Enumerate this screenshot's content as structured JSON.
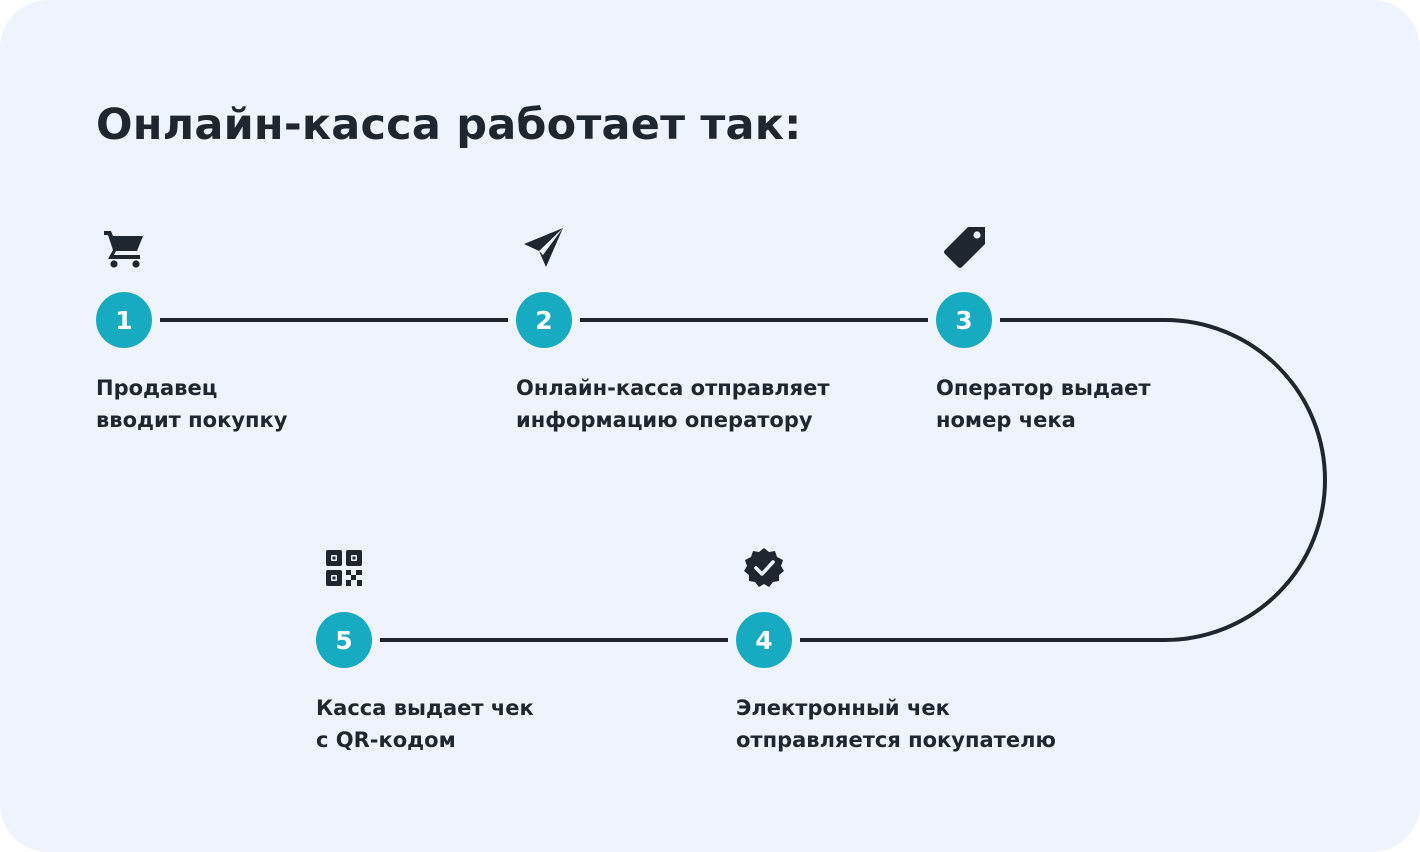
{
  "title": "Онлайн-касса работает так:",
  "colors": {
    "background": "#eff3fb",
    "accent": "#17abc1",
    "text": "#1f2630",
    "line": "#1f2630"
  },
  "steps": [
    {
      "number": "1",
      "icon": "shopping-cart-icon",
      "line1": "Продавец",
      "line2": "вводит покупку"
    },
    {
      "number": "2",
      "icon": "paper-plane-icon",
      "line1": "Онлайн-касса отправляет",
      "line2": "информацию оператору"
    },
    {
      "number": "3",
      "icon": "tag-icon",
      "line1": "Оператор выдает",
      "line2": "номер чека"
    },
    {
      "number": "4",
      "icon": "verified-badge-icon",
      "line1": "Электронный чек",
      "line2": "отправляется покупателю"
    },
    {
      "number": "5",
      "icon": "qr-code-icon",
      "line1": "Касса выдает чек",
      "line2": "с QR-кодом"
    }
  ]
}
